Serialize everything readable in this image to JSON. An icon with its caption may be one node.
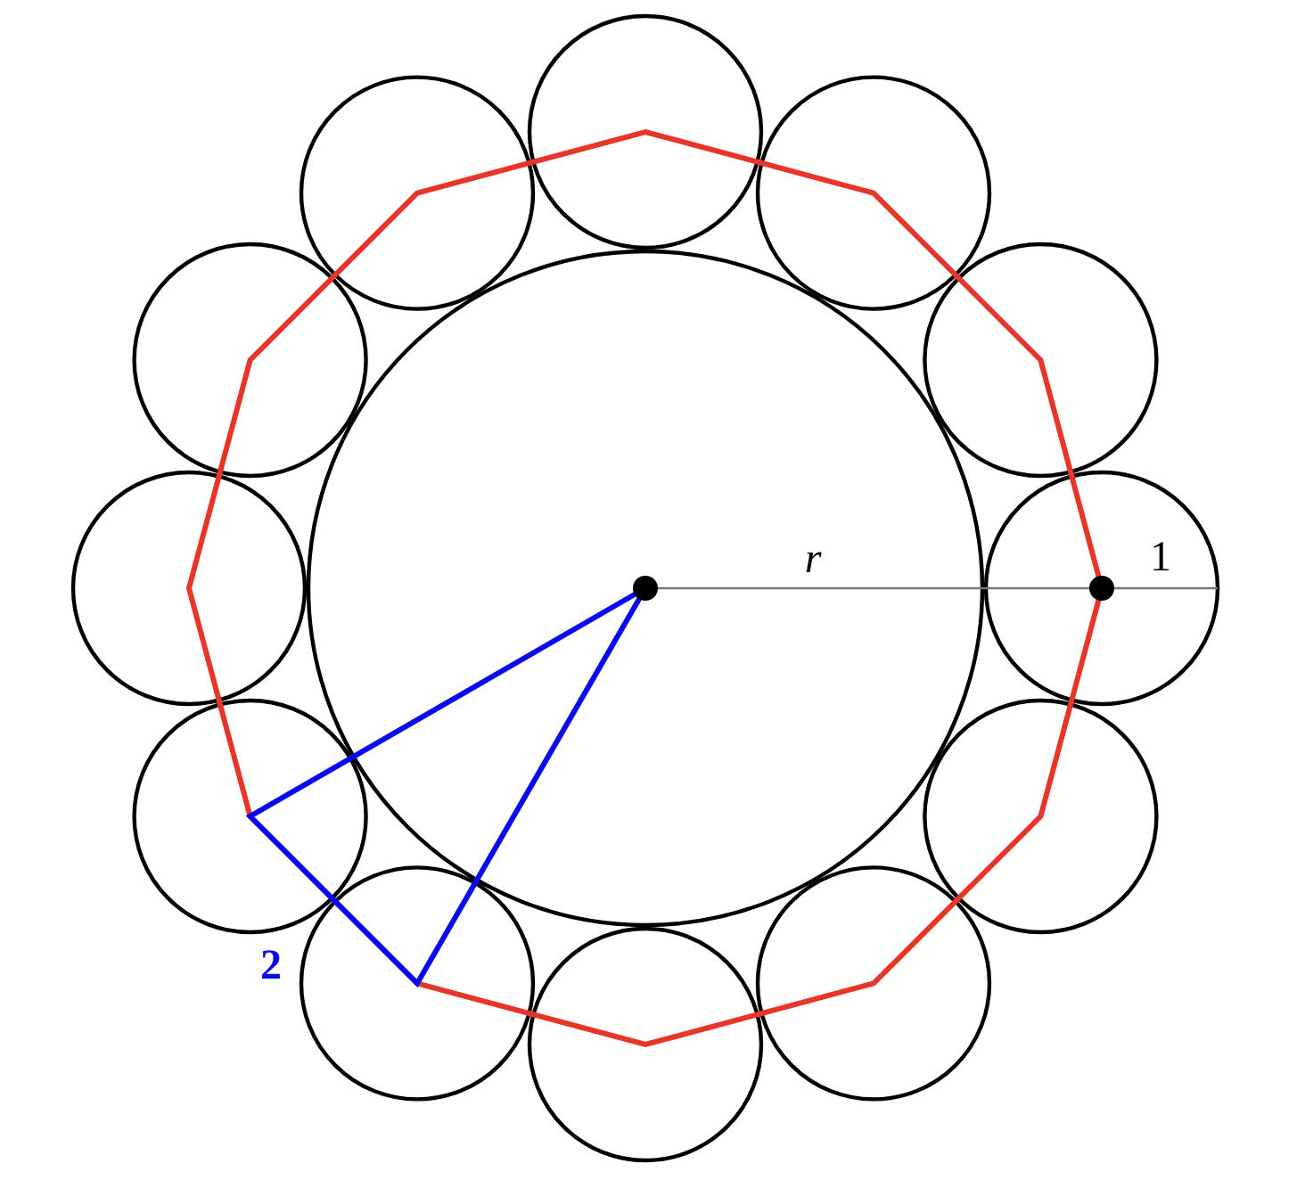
{
  "diagram": {
    "labels": [
      "r",
      "1",
      "2"
    ]
  }
}
